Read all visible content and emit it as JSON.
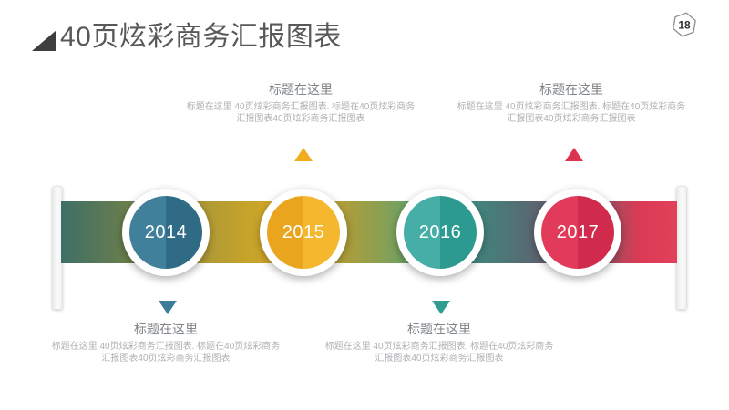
{
  "page": {
    "title": "40页炫彩商务汇报图表",
    "page_number": "18"
  },
  "timeline": {
    "ribbon_gradient": [
      "#3e6f67 0%",
      "#667d4e 10%",
      "#a3943a 20%",
      "#c6a32b 30%",
      "#d9a928 38%",
      "#a89d3e 47%",
      "#6fa263 56%",
      "#42a094 63%",
      "#45807b 69%",
      "#5e6370 78%",
      "#8c5464 87%",
      "#db3a55 94%",
      "#e2415a 100%"
    ],
    "items": [
      {
        "year": "2014",
        "color_left": "#41809a",
        "color_right": "#2f6b84",
        "marker_direction": "down",
        "marker_color": "#3b7c98"
      },
      {
        "year": "2015",
        "color_left": "#e9a51e",
        "color_right": "#f5b72d",
        "marker_direction": "up",
        "marker_color": "#f0ac1f"
      },
      {
        "year": "2016",
        "color_left": "#46aea6",
        "color_right": "#2d9a91",
        "marker_direction": "down",
        "marker_color": "#2f9d94"
      },
      {
        "year": "2017",
        "color_left": "#e23a5a",
        "color_right": "#d02b4d",
        "marker_direction": "up",
        "marker_color": "#dc3350"
      }
    ]
  },
  "annotations": {
    "top": [
      {
        "title": "标题在这里",
        "body_line1": "标题在这里 40页炫彩商务汇报图表. 标题在40页炫彩商务",
        "body_line2": "汇报图表40页炫彩商务汇报图表"
      },
      {
        "title": "标题在这里",
        "body_line1": "标题在这里 40页炫彩商务汇报图表. 标题在40页炫彩商务",
        "body_line2": "汇报图表40页炫彩商务汇报图表"
      }
    ],
    "bottom": [
      {
        "title": "标题在这里",
        "body_line1": "标题在这里 40页炫彩商务汇报图表. 标题在40页炫彩商务",
        "body_line2": "汇报图表40页炫彩商务汇报图表"
      },
      {
        "title": "标题在这里",
        "body_line1": "标题在这里 40页炫彩商务汇报图表. 标题在40页炫彩商务",
        "body_line2": "汇报图表40页炫彩商务汇报图表"
      }
    ]
  }
}
